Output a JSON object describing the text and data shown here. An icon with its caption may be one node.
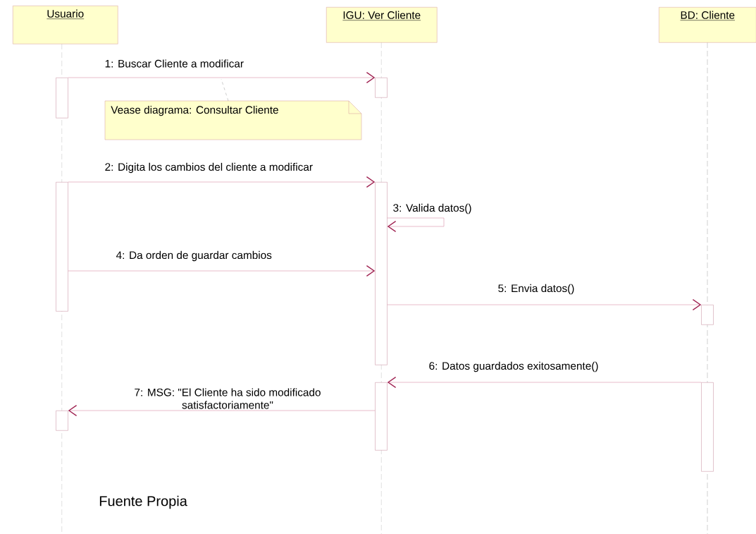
{
  "diagram": {
    "nodes": [
      {
        "text": [
          "Usuario"
        ]
      },
      {
        "text": [
          "IGU: Ver Cliente"
        ]
      },
      {
        "text": [
          "BD: Cliente"
        ]
      },
      {
        "text": [
          "Vease diagrama: Consultar Cliente"
        ]
      },
      {
        "text": [],
        "shape": "bar"
      },
      {
        "text": [],
        "shape": "bar"
      },
      {
        "text": [],
        "shape": "bar"
      },
      {
        "text": [],
        "shape": "bar"
      },
      {
        "text": [],
        "shape": "bar"
      },
      {
        "text": [],
        "shape": "bar"
      },
      {
        "text": [],
        "shape": "bar"
      },
      {
        "text": [],
        "shape": "bar"
      }
    ],
    "edges": [
      {
        "from": 4,
        "to": 5,
        "arrow": "to",
        "label": "1: Buscar Cliente a modificar"
      },
      {
        "from": 3,
        "to": null,
        "arrow": "none",
        "style": "dashed",
        "color": "#a0a0a0"
      },
      {
        "from": 6,
        "to": 7,
        "arrow": "to",
        "label": "2:  Digita los cambios del cliente a modificar"
      },
      {
        "from": 7,
        "to": 7,
        "arrow": "to",
        "label": "3: Valida datos()"
      },
      {
        "from": 6,
        "to": 7,
        "arrow": "to",
        "label": "4:  Da orden de guardar cambios"
      },
      {
        "from": 7,
        "to": 8,
        "arrow": "to",
        "label": "5:  Envia datos()"
      },
      {
        "from": 10,
        "to": 9,
        "arrow": "to",
        "label": "6: Datos guardados exitosamente()"
      },
      {
        "from": 9,
        "to": 11,
        "arrow": "to",
        "label": "7:  MSG: \"El Cliente ha sido modificado satisfactoriamente\""
      }
    ],
    "labels": [
      "Fuente Propia"
    ]
  }
}
